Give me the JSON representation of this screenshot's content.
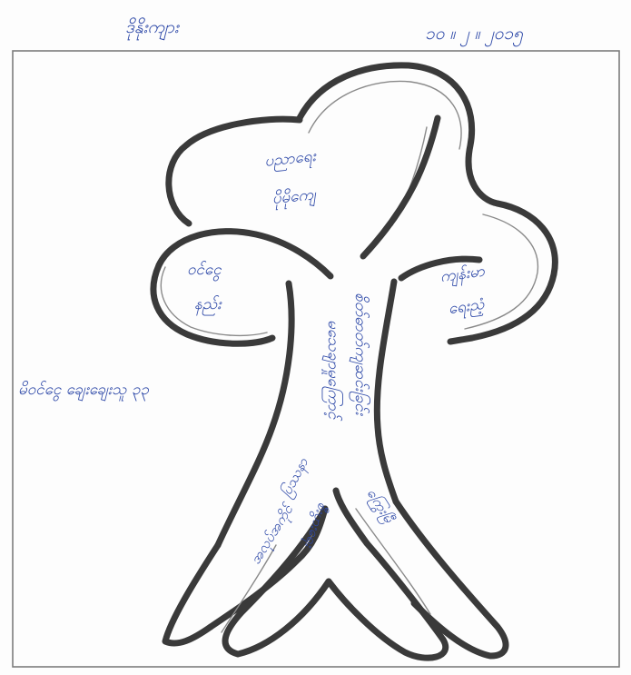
{
  "header": {
    "name": "ဒိုနိုးကျား",
    "date": "၁၀ ။ ၂ ။ ၂၀၁၅"
  },
  "tree": {
    "crown_top": [
      "ပညာရေး",
      "ပိုမိုကျေ"
    ],
    "crown_left": [
      "ဝင်ငွေ",
      "နည်း"
    ],
    "crown_right": [
      "ကျန်းမာ",
      "ရေးညံ့"
    ],
    "side_note": "မိဝင်ငွေ ချေးချေးသူ ၃၃",
    "trunk_left": "မသေချာမှုကြောင့်",
    "trunk_right": "စိတ်ဓာတ်ကျဆင်းခြင်း",
    "root_1": "ပြဿနာ",
    "root_2": "အလုပ်အကိုင်",
    "root_3": "စီးပွားရေး",
    "root_4": "ကြွေးမြီ"
  }
}
